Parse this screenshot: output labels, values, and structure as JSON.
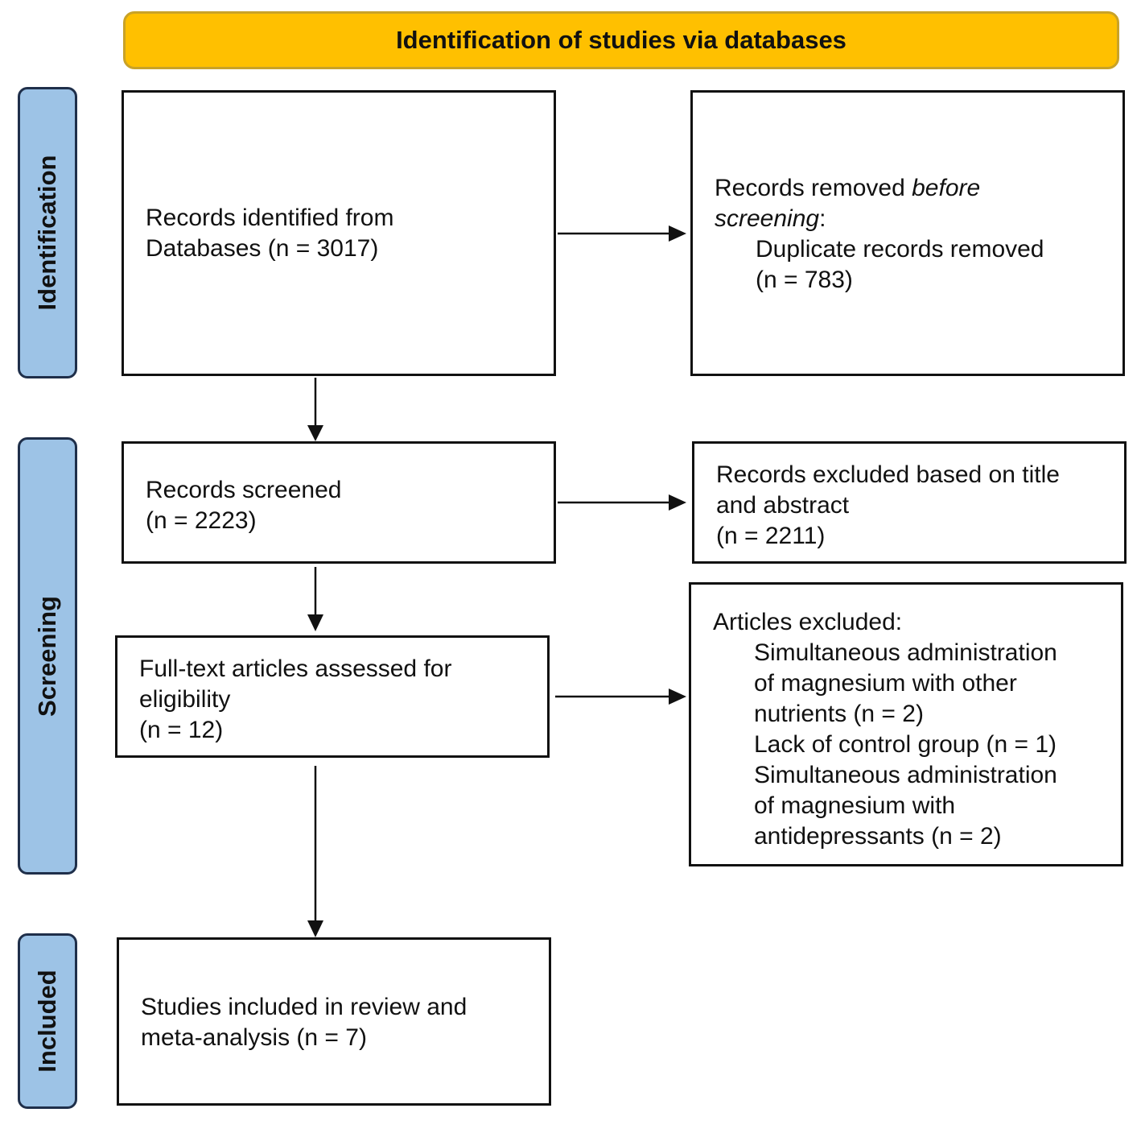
{
  "header": {
    "title": "Identification of studies via databases"
  },
  "stages": {
    "identification": "Identification",
    "screening": "Screening",
    "included": "Included"
  },
  "boxes": {
    "records_identified": {
      "line1": "Records identified from",
      "line2": "Databases (n = 3017)"
    },
    "records_removed": {
      "line1_pre": "Records removed ",
      "line1_em": "before",
      "line2_em": "screening",
      "line2_post": ":",
      "line3": "Duplicate records removed",
      "line4": "(n = 783)"
    },
    "records_screened": {
      "line1": "Records screened",
      "line2": "(n = 2223)"
    },
    "records_excluded": {
      "line1": "Records excluded based on title",
      "line2": "and abstract",
      "line3": "(n = 2211)"
    },
    "full_text": {
      "line1": "Full-text articles assessed for",
      "line2": "eligibility",
      "line3": "(n = 12)"
    },
    "articles_excluded": {
      "line1": "Articles excluded:",
      "line2": "Simultaneous administration",
      "line3": "of magnesium with other",
      "line4": "nutrients (n = 2)",
      "line5": "Lack of control group (n = 1)",
      "line6": "Simultaneous administration",
      "line7": "of magnesium with",
      "line8": "antidepressants (n = 2)"
    },
    "studies_included": {
      "line1": "Studies included in review and",
      "line2": "meta-analysis (n = 7)"
    }
  },
  "colors": {
    "header_fill": "#ffc000",
    "stage_fill": "#9dc3e6"
  }
}
